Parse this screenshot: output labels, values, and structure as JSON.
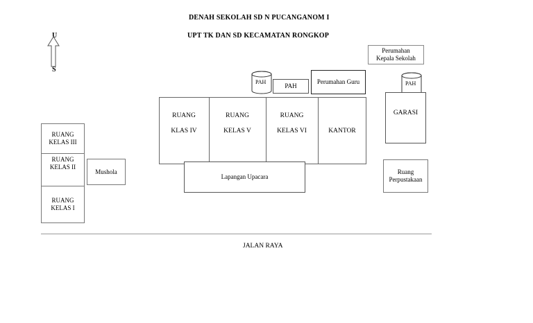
{
  "title_line1": "DENAH SEKOLAH  SD N PUCANGANOM I",
  "title_line2": "UPT TK DAN SD KECAMATAN RONGKOP",
  "compass": {
    "north": "U",
    "south": "S"
  },
  "perumahan_kepsek": {
    "line1": "Perumahan",
    "line2": "Kepala Sekolah"
  },
  "pah_tank_1": "PAH",
  "pah_box": "PAH",
  "perumahan_guru": "Perumahan Guru",
  "pah_tank_2": "PAH",
  "garasi": "GARASI",
  "kelas_iv": {
    "line1": "RUANG",
    "line2": "KLAS  IV"
  },
  "kelas_v": {
    "line1": "RUANG",
    "line2": "KELAS V"
  },
  "kelas_vi": {
    "line1": "RUANG",
    "line2": "KELAS VI"
  },
  "kantor": "KANTOR",
  "lapangan": "Lapangan Upacara",
  "kelas_iii": {
    "line1": "RUANG",
    "line2": "KELAS III"
  },
  "kelas_ii": {
    "line1": "RUANG",
    "line2": "KELAS II"
  },
  "kelas_i": {
    "line1": "RUANG",
    "line2": "KELAS I"
  },
  "mushola": "Mushola",
  "perpustakaan": {
    "line1": "Ruang",
    "line2": "Perpustakaan"
  },
  "jalan": "JALAN RAYA"
}
